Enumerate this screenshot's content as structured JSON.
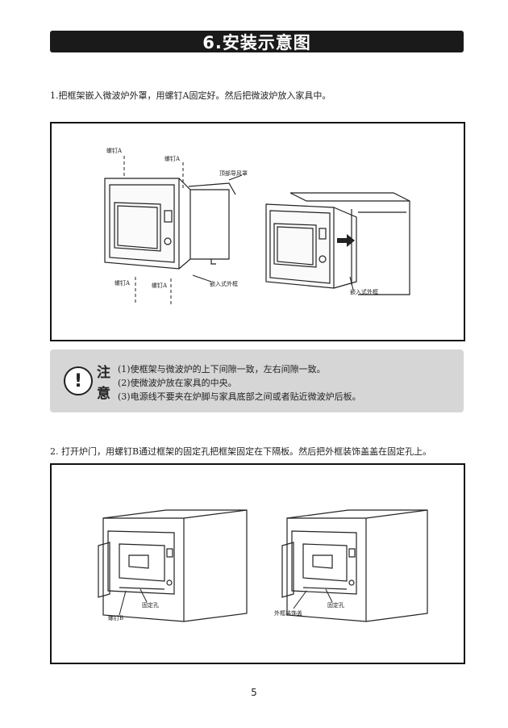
{
  "title": "6.安装示意图",
  "step1": {
    "text": "1.把框架嵌入微波炉外罩，用螺钉A固定好。然后把微波炉放入家具中。",
    "labels": {
      "screw_a_1": "螺钉A",
      "screw_a_2": "螺钉A",
      "top_vent": "顶部导风罩",
      "screw_a_3": "螺钉A",
      "screw_a_4": "螺钉A",
      "embedded_frame_1": "嵌入式外框",
      "embedded_frame_2": "嵌入式外框"
    }
  },
  "note": {
    "word_1": "注",
    "word_2": "意",
    "icon": "exclamation-icon",
    "lines": [
      "(1)使框架与微波炉的上下间隙一致，左右间隙一致。",
      "(2)使微波炉放在家具的中央。",
      "(3)电源线不要夹在炉脚与家具底部之间或者贴近微波炉后板。"
    ]
  },
  "step2": {
    "text": "2. 打开炉门，用螺钉B通过框架的固定孔把框架固定在下隔板。然后把外框装饰盖盖在固定孔上。",
    "labels": {
      "fixing_hole_1": "固定孔",
      "screw_b": "螺钉B",
      "fixing_hole_2": "固定孔",
      "trim_cover": "外框装饰盖"
    }
  },
  "page_number": "5"
}
